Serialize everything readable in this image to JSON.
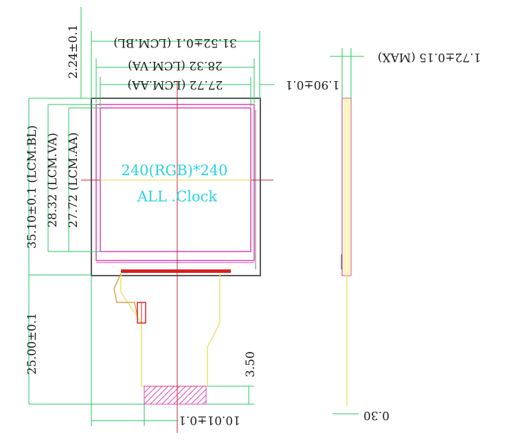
{
  "dimensions": {
    "lcm_bl_width": "31.52±0.1 (LCM.BL)",
    "lcm_va_width": "28.32 (LCM.VA)",
    "lcm_aa_width": "27.72 (LCM.AA)",
    "top_offset": "2.24±0.1",
    "lcm_bl_height": "35.10±0.1 (LCM.BL)",
    "lcm_va_height": "28.32 (LCM.VA)",
    "lcm_aa_height": "27.72 (LCM.AA)",
    "fpc_length": "25.00±0.1",
    "fpc_width": "10.01±0.1",
    "connector_height": "3.50",
    "side_offset": "1.90±0.1",
    "thickness": "1.72±0.15 (MAX)",
    "fpc_thickness": "0.30"
  },
  "panel": {
    "resolution": "240(RGB)*240",
    "name": "ALL .Clock"
  },
  "colors": {
    "dimension_lines": "#22c55e",
    "outline": "#555555",
    "active_area": "#e040b0",
    "center_lines": "#c0203a",
    "fpc": "#e8e46a",
    "label_text": "#29d3e0"
  }
}
